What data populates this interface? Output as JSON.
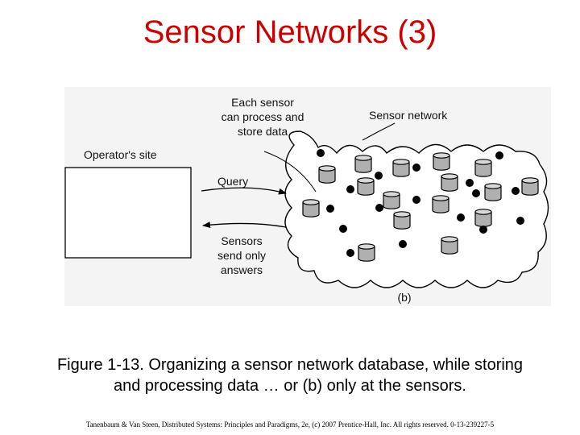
{
  "slide": {
    "title": "Sensor Networks (3)",
    "caption_line1": "Figure 1-13. Organizing a sensor network database, while storing",
    "caption_line2": "and processing data … or (b) only at the sensors.",
    "footer": "Tanenbaum & Van Steen, Distributed Systems: Principles and Paradigms, 2e, (c) 2007 Prentice-Hall, Inc. All rights reserved. 0-13-239227-5"
  },
  "figure": {
    "label_each_sensor_1": "Each sensor",
    "label_each_sensor_2": "can process and",
    "label_each_sensor_3": "store data",
    "label_sensor_network": "Sensor network",
    "label_operator_site": "Operator's site",
    "label_query": "Query",
    "label_sensors_1": "Sensors",
    "label_sensors_2": "send only",
    "label_sensors_3": "answers",
    "label_panel": "(b)"
  },
  "colors": {
    "title": "#cc0000",
    "node_dot": "#000000",
    "storage_fill": "#b0b0b0"
  }
}
